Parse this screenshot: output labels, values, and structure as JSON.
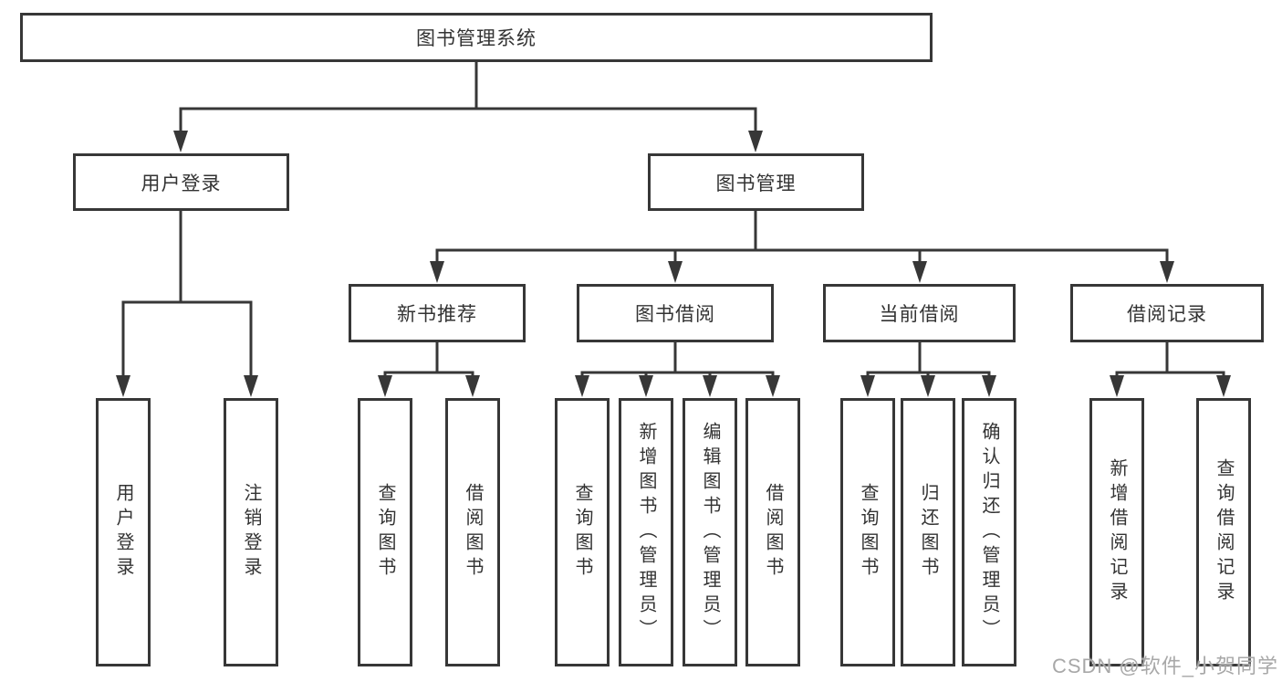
{
  "colors": {
    "line": "#373737",
    "text": "#333333",
    "watermark": "#a8a8a8",
    "background": "#ffffff"
  },
  "watermark": {
    "text": "CSDN @软件_小贺同学"
  },
  "tree": {
    "root": {
      "label": "图书管理系统",
      "children": [
        {
          "label": "用户登录",
          "children": [
            {
              "label": "用户登录"
            },
            {
              "label": "注销登录"
            }
          ]
        },
        {
          "label": "图书管理",
          "children": [
            {
              "label": "新书推荐",
              "children": [
                {
                  "label": "查询图书"
                },
                {
                  "label": "借阅图书"
                }
              ]
            },
            {
              "label": "图书借阅",
              "children": [
                {
                  "label": "查询图书"
                },
                {
                  "label": "新增图书（管理员）"
                },
                {
                  "label": "编辑图书（管理员）"
                },
                {
                  "label": "借阅图书"
                }
              ]
            },
            {
              "label": "当前借阅",
              "children": [
                {
                  "label": "查询图书"
                },
                {
                  "label": "归还图书"
                },
                {
                  "label": "确认归还（管理员）"
                }
              ]
            },
            {
              "label": "借阅记录",
              "children": [
                {
                  "label": "新增借阅记录"
                },
                {
                  "label": "查询借阅记录"
                }
              ]
            }
          ]
        }
      ]
    }
  }
}
